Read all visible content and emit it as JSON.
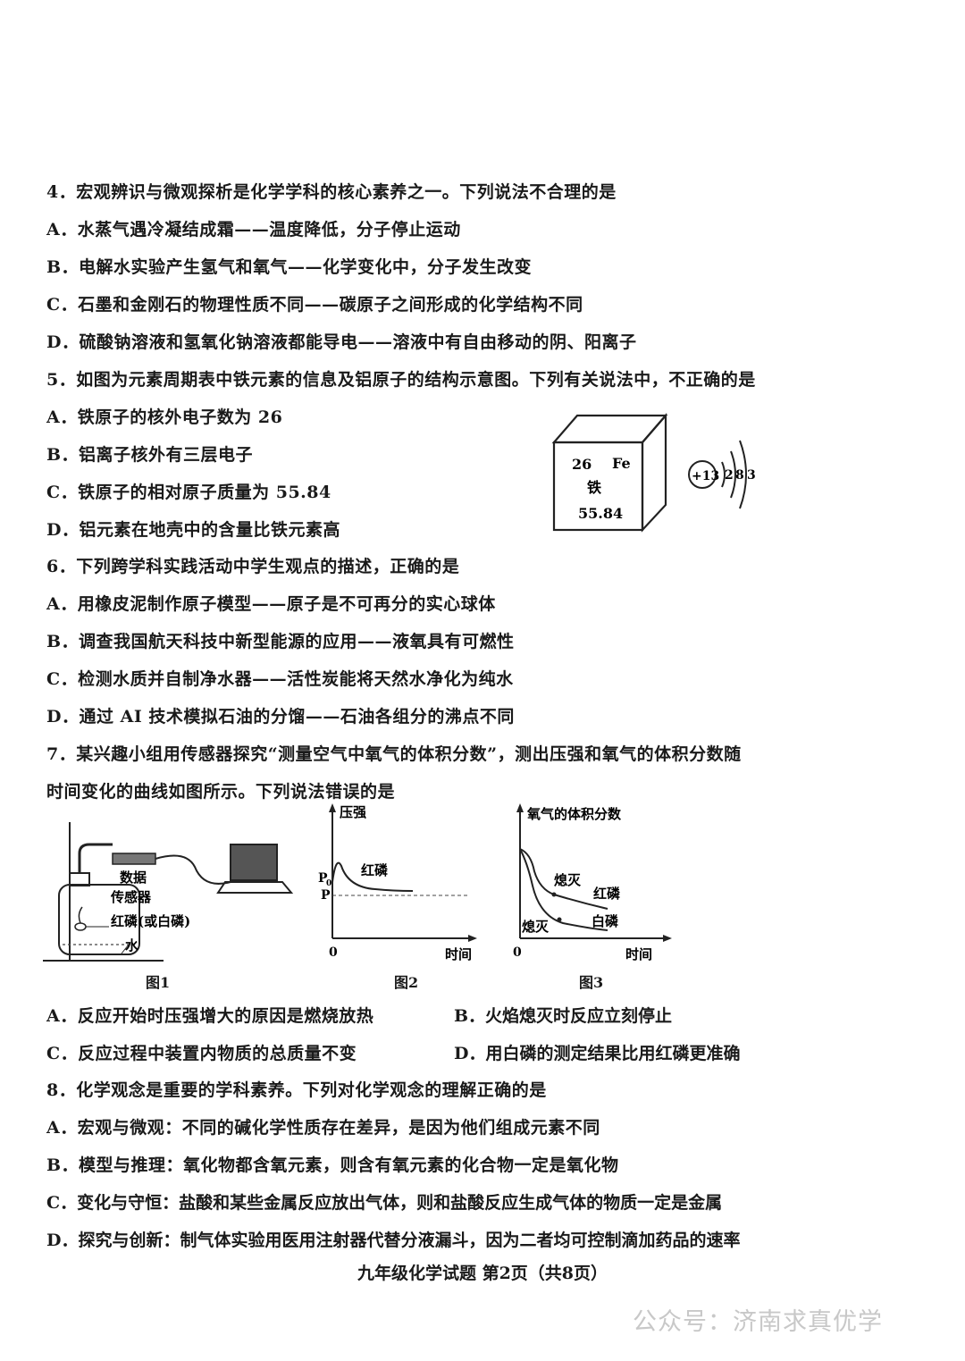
{
  "q4": {
    "stem": "4．宏观辨识与微观探析是化学学科的核心素养之一。下列说法不合理的是",
    "A": "A．水蒸气遇冷凝结成霜——温度降低，分子停止运动",
    "B": "B．电解水实验产生氢气和氧气——化学变化中，分子发生改变",
    "C": "C．石墨和金刚石的物理性质不同——碳原子之间形成的化学结构不同",
    "D": "D．硫酸钠溶液和氢氧化钠溶液都能导电——溶液中有自由移动的阴、阳离子"
  },
  "q5": {
    "stem": "5．如图为元素周期表中铁元素的信息及铝原子的结构示意图。下列有关说法中，不正确的是",
    "A": "A．铁原子的核外电子数为 26",
    "B": "B．铝离子核外有三层电子",
    "C": "C．铁原子的相对原子质量为 55.84",
    "D": "D．铝元素在地壳中的含量比铁元素高",
    "element": {
      "number": "26",
      "symbol": "Fe",
      "name": "铁",
      "mass": "55.84"
    },
    "atom": {
      "nucleus": "+13",
      "shells": [
        "2",
        "8",
        "3"
      ]
    }
  },
  "q6": {
    "stem": "6．下列跨学科实践活动中学生观点的描述，正确的是",
    "A": "A．用橡皮泥制作原子模型——原子是不可再分的实心球体",
    "B": "B．调查我国航天科技中新型能源的应用——液氧具有可燃性",
    "C": "C．检测水质并自制净水器——活性炭能将天然水净化为纯水",
    "D": "D．通过 AI 技术模拟石油的分馏——石油各组分的沸点不同"
  },
  "q7": {
    "stem1": "7．某兴趣小组用传感器探究“测量空气中氧气的体积分数”，测出压强和氧气的体积分数随",
    "stem2": "时间变化的曲线如图所示。下列说法错误的是",
    "fig1": {
      "label_sensor1": "数据",
      "label_sensor2": "传感器",
      "label_p": "红磷(或白磷)",
      "label_water": "水",
      "caption": "图1"
    },
    "fig2": {
      "ylabel": "压强",
      "xlabel": "时间",
      "p0": "P",
      "p0_sub": "0",
      "p": "P",
      "origin": "0",
      "curve": "红磷",
      "caption": "图2"
    },
    "fig3": {
      "ylabel": "氧气的体积分数",
      "xlabel": "时间",
      "origin": "0",
      "out1": "熄灭",
      "out2": "熄灭",
      "red": "红磷",
      "white": "白磷",
      "caption": "图3"
    },
    "A": "A．反应开始时压强增大的原因是燃烧放热",
    "B": "B．火焰熄灭时反应立刻停止",
    "C": "C．反应过程中装置内物质的总质量不变",
    "D": "D．用白磷的测定结果比用红磷更准确"
  },
  "q8": {
    "stem": "8．化学观念是重要的学科素养。下列对化学观念的理解正确的是",
    "A": "A．宏观与微观：不同的碱化学性质存在差异，是因为他们组成元素不同",
    "B": "B．模型与推理：氧化物都含氧元素，则含有氧元素的化合物一定是氧化物",
    "C": "C．变化与守恒：盐酸和某些金属反应放出气体，则和盐酸反应生成气体的物质一定是金属",
    "D": "D．探究与创新：制气体实验用医用注射器代替分液漏斗，因为二者均可控制滴加药品的速率"
  },
  "footer": "九年级化学试题 第2页（共8页）",
  "watermark": "公众号：济南求真优学"
}
